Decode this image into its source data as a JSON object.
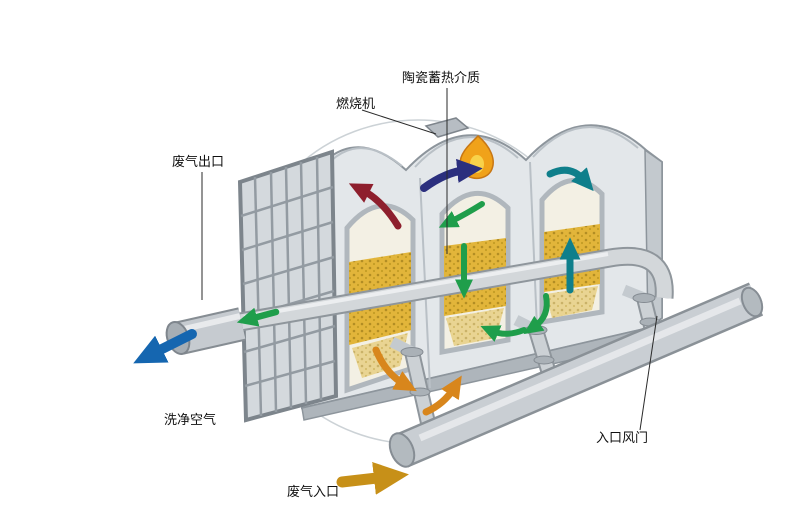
{
  "diagram": {
    "labels": {
      "ceramic_media": "陶瓷蓄热介质",
      "burner": "燃烧机",
      "exhaust_outlet": "废气出口",
      "clean_air": "洗净空气",
      "inlet_damper": "入口风门",
      "exhaust_inlet": "废气入口"
    },
    "colors": {
      "arrow_maroon": "#8e1f2d",
      "arrow_navy": "#2b2f7e",
      "arrow_green": "#1f9e4b",
      "arrow_teal": "#0f7f8b",
      "arrow_blue": "#1566b0",
      "arrow_orange": "#d8861c",
      "arrow_gold": "#c79018",
      "media_gold": "#e2b53a",
      "media_pale": "#e9d492",
      "body_grey": "#e3e7ea",
      "flame_orange": "#f0a21a"
    }
  }
}
